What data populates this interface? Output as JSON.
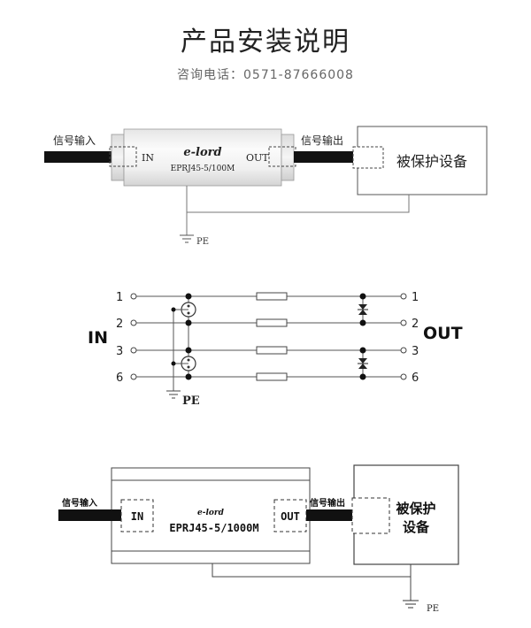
{
  "header": {
    "title": "产品安装说明",
    "phone": "咨询电话：0571-87666008"
  },
  "diagram1": {
    "signal_in": "信号输入",
    "signal_out": "信号输出",
    "port_in": "IN",
    "port_out": "OUT",
    "brand": "e-lord",
    "model": "EPRJ45-5/100M",
    "device": "被保护设备",
    "pe": "PE"
  },
  "diagram2": {
    "in_label": "IN",
    "out_label": "OUT",
    "pe": "PE",
    "pins_left": [
      "1",
      "2",
      "3",
      "6"
    ],
    "pins_right": [
      "1",
      "2",
      "3",
      "6"
    ]
  },
  "diagram3": {
    "signal_in": "信号输入",
    "signal_out": "信号输出",
    "port_in": "IN",
    "port_out": "OUT",
    "brand": "e-lord",
    "model": "EPRJ45-5/1000M",
    "device_line1": "被保护",
    "device_line2": "设备",
    "pe": "PE"
  }
}
